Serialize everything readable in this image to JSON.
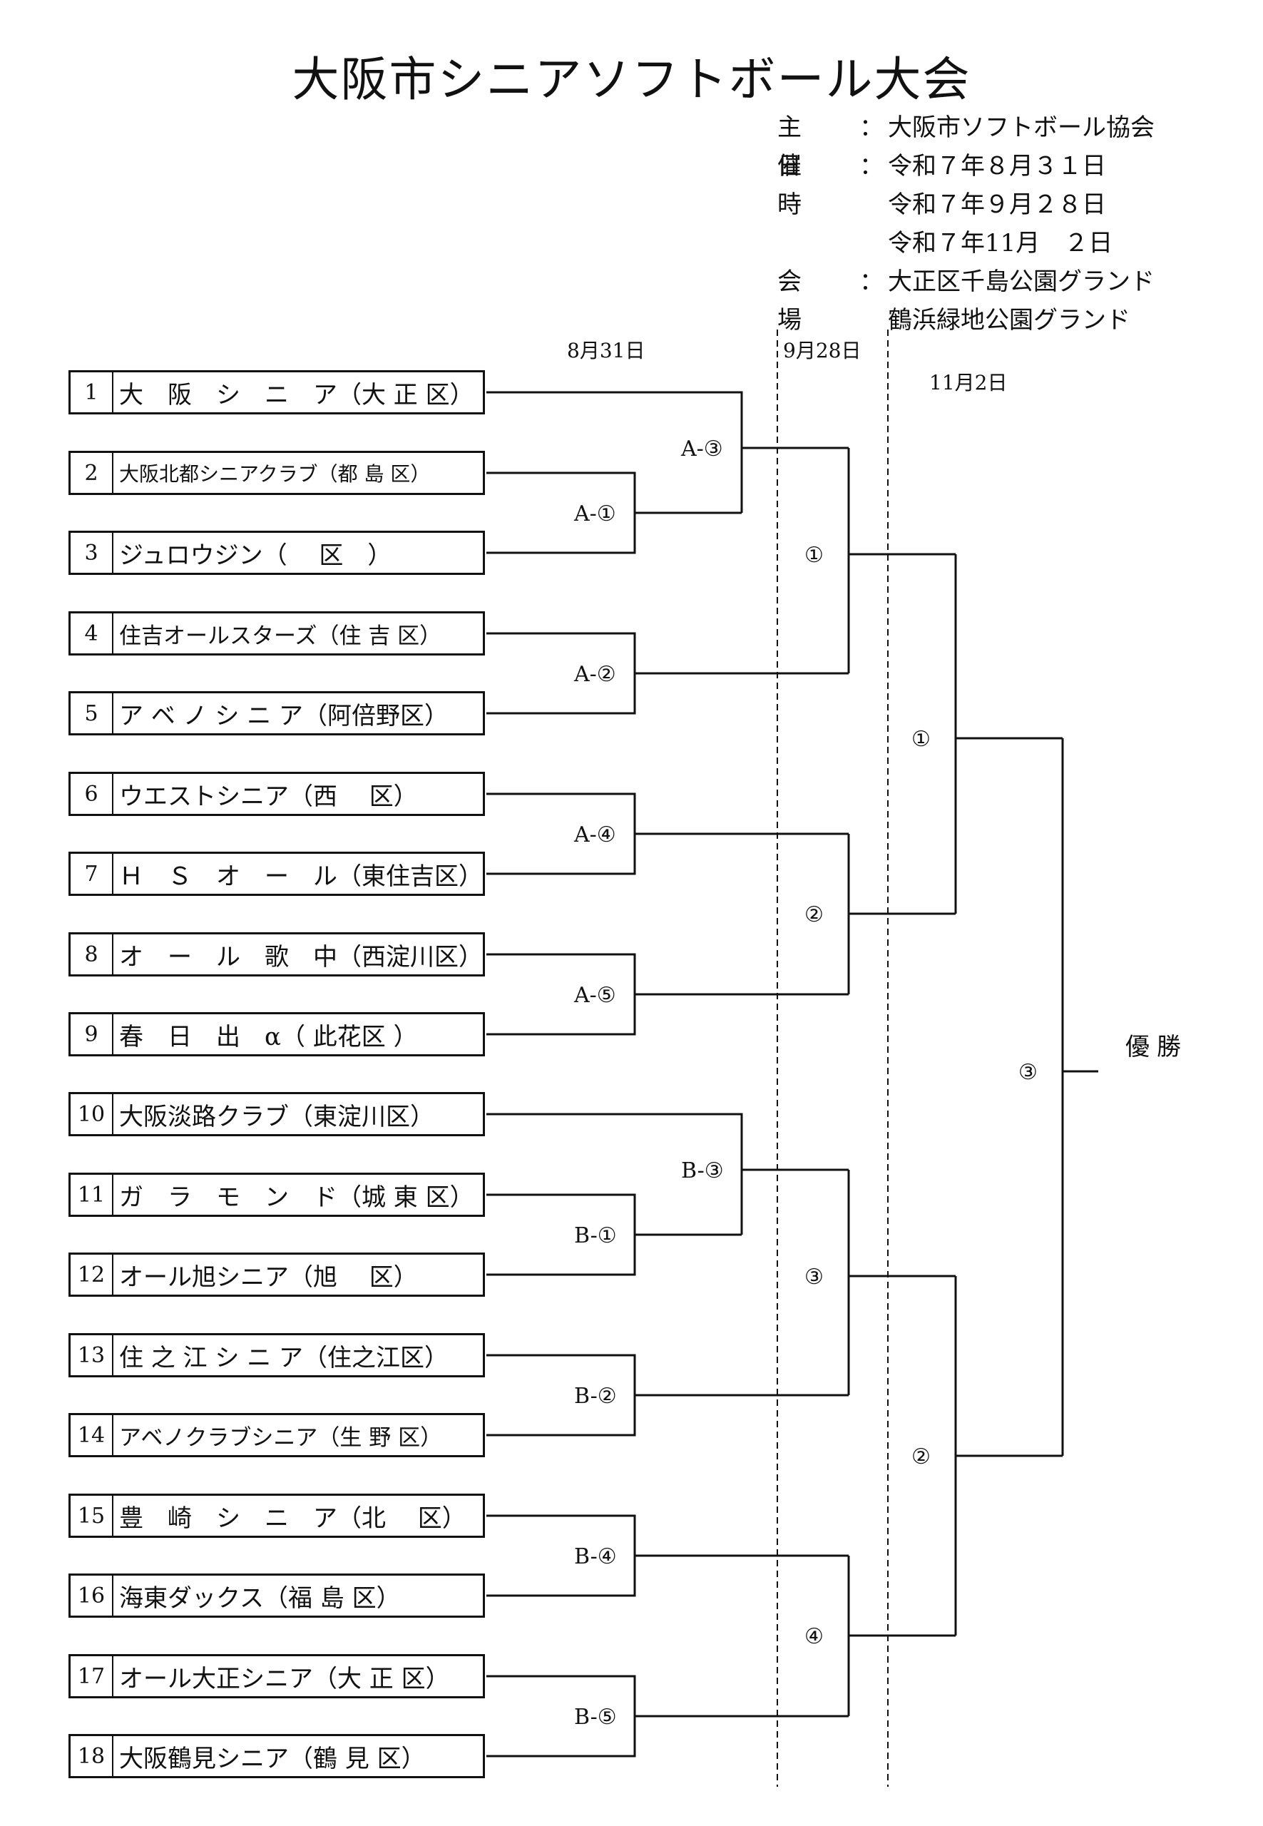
{
  "title": "大阪市シニアソフトボール大会",
  "info": {
    "organizer_label": "主　催",
    "organizer": "大阪市ソフトボール協会",
    "date_label": "日　時",
    "dates": [
      "令和７年８月３１日",
      "令和７年９月２８日",
      "令和７年11月　２日"
    ],
    "venue_label": "会　場",
    "venues": [
      "大正区千島公園グランド",
      "鶴浜緑地公園グランド"
    ],
    "colon": "："
  },
  "round_dates": [
    "8月31日",
    "9月28日",
    "11月2日"
  ],
  "teams": [
    {
      "no": "1",
      "name": "大　阪　シ　ニ　ア（大 正 区）"
    },
    {
      "no": "2",
      "name": "大阪北都シニアクラブ（都 島 区）"
    },
    {
      "no": "3",
      "name": "ジュロウジン（　 区　）"
    },
    {
      "no": "4",
      "name": "住吉オールスターズ（住 吉 区）"
    },
    {
      "no": "5",
      "name": "ア ベ ノ シ ニ ア（阿倍野区）"
    },
    {
      "no": "6",
      "name": "ウエストシニア（西　 区）"
    },
    {
      "no": "7",
      "name": "Ｈ　Ｓ　オ　ー　ル（東住吉区）"
    },
    {
      "no": "8",
      "name": "オ　ー　ル　歌　中（西淀川区）"
    },
    {
      "no": "9",
      "name": "春　日　出　α（ 此花区 ）"
    },
    {
      "no": "10",
      "name": "大阪淡路クラブ（東淀川区）"
    },
    {
      "no": "11",
      "name": "ガ　ラ　モ　ン　ド（城 東 区）"
    },
    {
      "no": "12",
      "name": "オール旭シニア（旭　 区）"
    },
    {
      "no": "13",
      "name": "住 之 江 シ ニ ア（住之江区）"
    },
    {
      "no": "14",
      "name": "アベノクラブシニア（生 野 区）"
    },
    {
      "no": "15",
      "name": "豊　崎　シ　ニ　ア（北　 区）"
    },
    {
      "no": "16",
      "name": "海東ダックス（福 島 区）"
    },
    {
      "no": "17",
      "name": "オール大正シニア（大 正 区）"
    },
    {
      "no": "18",
      "name": "大阪鶴見シニア（鶴 見 区）"
    }
  ],
  "matches": {
    "a1": "A-①",
    "a2": "A-②",
    "a3": "A-③",
    "a4": "A-④",
    "a5": "A-⑤",
    "b1": "B-①",
    "b2": "B-②",
    "b3": "B-③",
    "b4": "B-④",
    "b5": "B-⑤",
    "r2_1": "①",
    "r2_2": "②",
    "r2_3": "③",
    "r2_4": "④",
    "sf1": "①",
    "sf2": "②",
    "final": "③"
  },
  "champion": "優勝"
}
